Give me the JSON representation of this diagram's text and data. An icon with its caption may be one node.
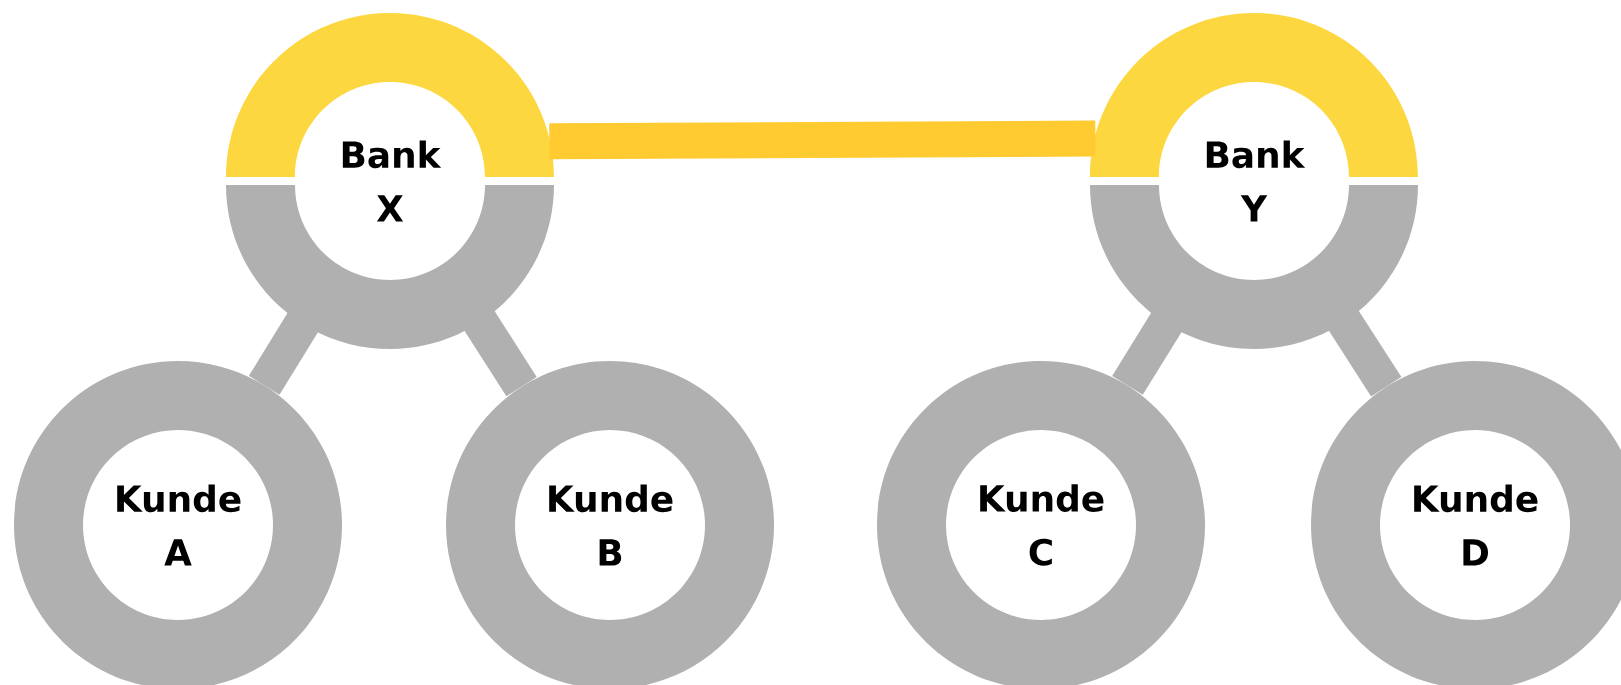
{
  "diagram": {
    "nodes": [
      {
        "text": [
          "Bank X"
        ]
      },
      {
        "text": [
          "Kunde A"
        ]
      },
      {
        "text": [
          "Kunde B"
        ]
      },
      {
        "text": [
          "Bank Y"
        ]
      },
      {
        "text": [
          "Kunde C"
        ]
      },
      {
        "text": [
          "Kunde D"
        ]
      }
    ],
    "edges": [
      {
        "from": 0,
        "to": 3,
        "arrow": "none",
        "color": "#ffcb30"
      },
      {
        "from": 0,
        "to": 1,
        "arrow": "none"
      },
      {
        "from": 0,
        "to": 2,
        "arrow": "none"
      },
      {
        "from": 3,
        "to": 4,
        "arrow": "none"
      },
      {
        "from": 3,
        "to": 5,
        "arrow": "none"
      }
    ]
  }
}
